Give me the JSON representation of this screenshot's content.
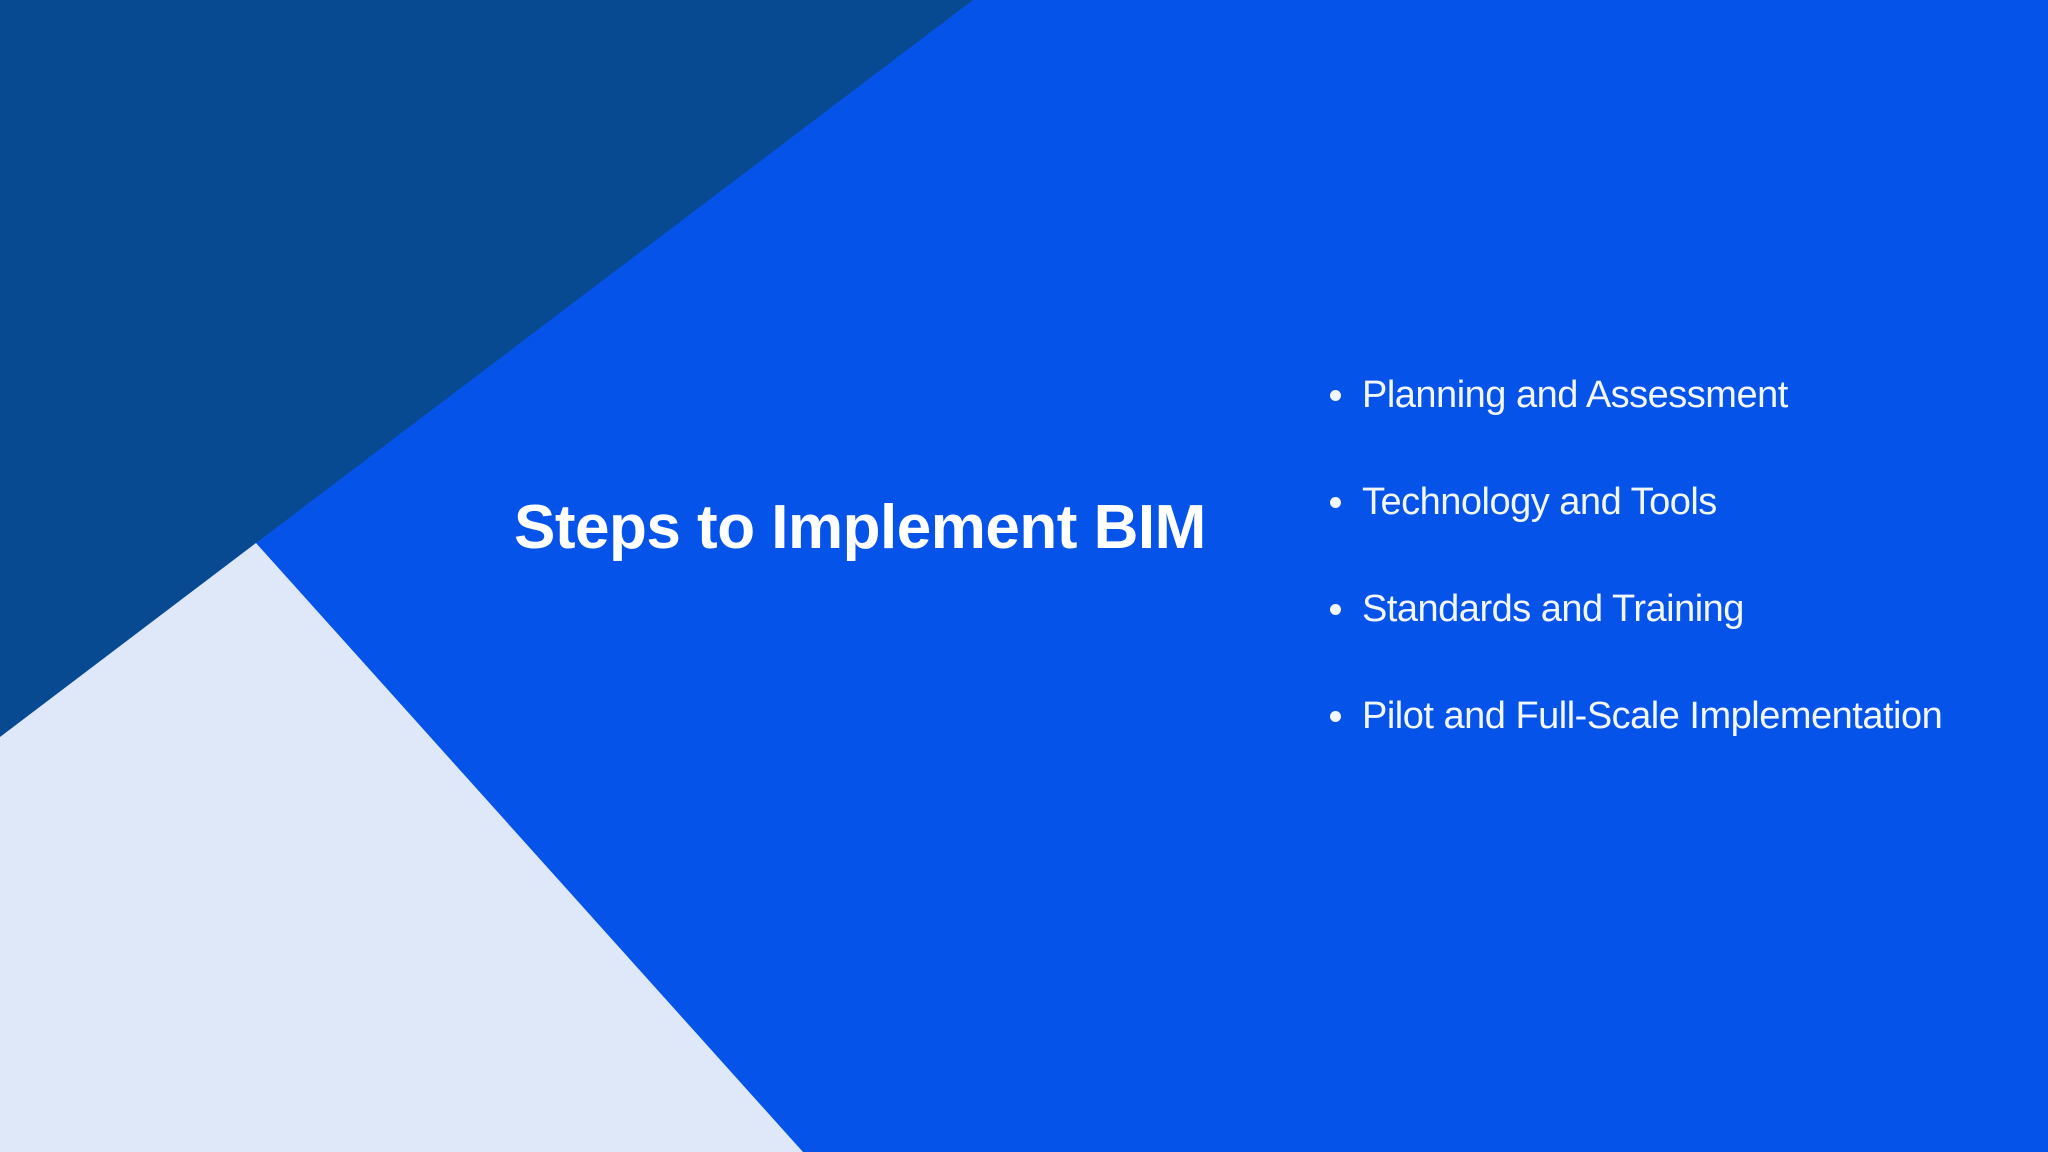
{
  "slide": {
    "title": "Steps to Implement BIM",
    "bullets": [
      {
        "label": "Planning and Assessment"
      },
      {
        "label": "Technology and Tools"
      },
      {
        "label": "Standards and Training"
      },
      {
        "label": "Pilot and Full-Scale Implementation"
      }
    ],
    "colors": {
      "background": "#0653ea",
      "triangle_dark": "#084a92",
      "triangle_light": "#dfe8f8",
      "title_text": "#ffffff",
      "bullet_text": "#f2f6fd"
    }
  }
}
